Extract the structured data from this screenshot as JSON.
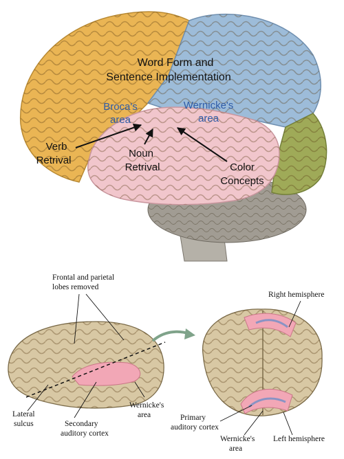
{
  "top_diagram": {
    "title_line1": "Word Form and",
    "title_line2": "Sentence Implementation",
    "brocas_line1": "Broca's",
    "brocas_line2": "area",
    "wernickes_line1": "Wernicke's",
    "wernickes_line2": "area",
    "verb_line1": "Verb",
    "verb_line2": "Retrival",
    "noun_line1": "Noun",
    "noun_line2": "Retrival",
    "color_line1": "Color",
    "color_line2": "Concepts",
    "colors": {
      "frontal": "#eab554",
      "parietal": "#9dbcd9",
      "occipital": "#9faa58",
      "temporal": "#f1c6cc",
      "cerebellum": "#a19c93",
      "blue_text": "#2f5ca8"
    }
  },
  "bottom_diagram": {
    "frontal_parietal_line1": "Frontal and parietal",
    "frontal_parietal_line2": "lobes removed",
    "lateral_line1": "Lateral",
    "lateral_line2": "sulcus",
    "secondary_line1": "Secondary",
    "secondary_line2": "auditory cortex",
    "wernicke_left_line1": "Wernicke's",
    "wernicke_left_line2": "area",
    "primary_line1": "Primary",
    "primary_line2": "auditory cortex",
    "wernicke_right_line1": "Wernicke's",
    "wernicke_right_line2": "area",
    "right_hemisphere": "Right hemisphere",
    "left_hemisphere": "Left hemisphere",
    "colors": {
      "cortex": "#d8c8a4",
      "auditory": "#f2a7b6",
      "primary_band": "#8a93c4"
    }
  }
}
